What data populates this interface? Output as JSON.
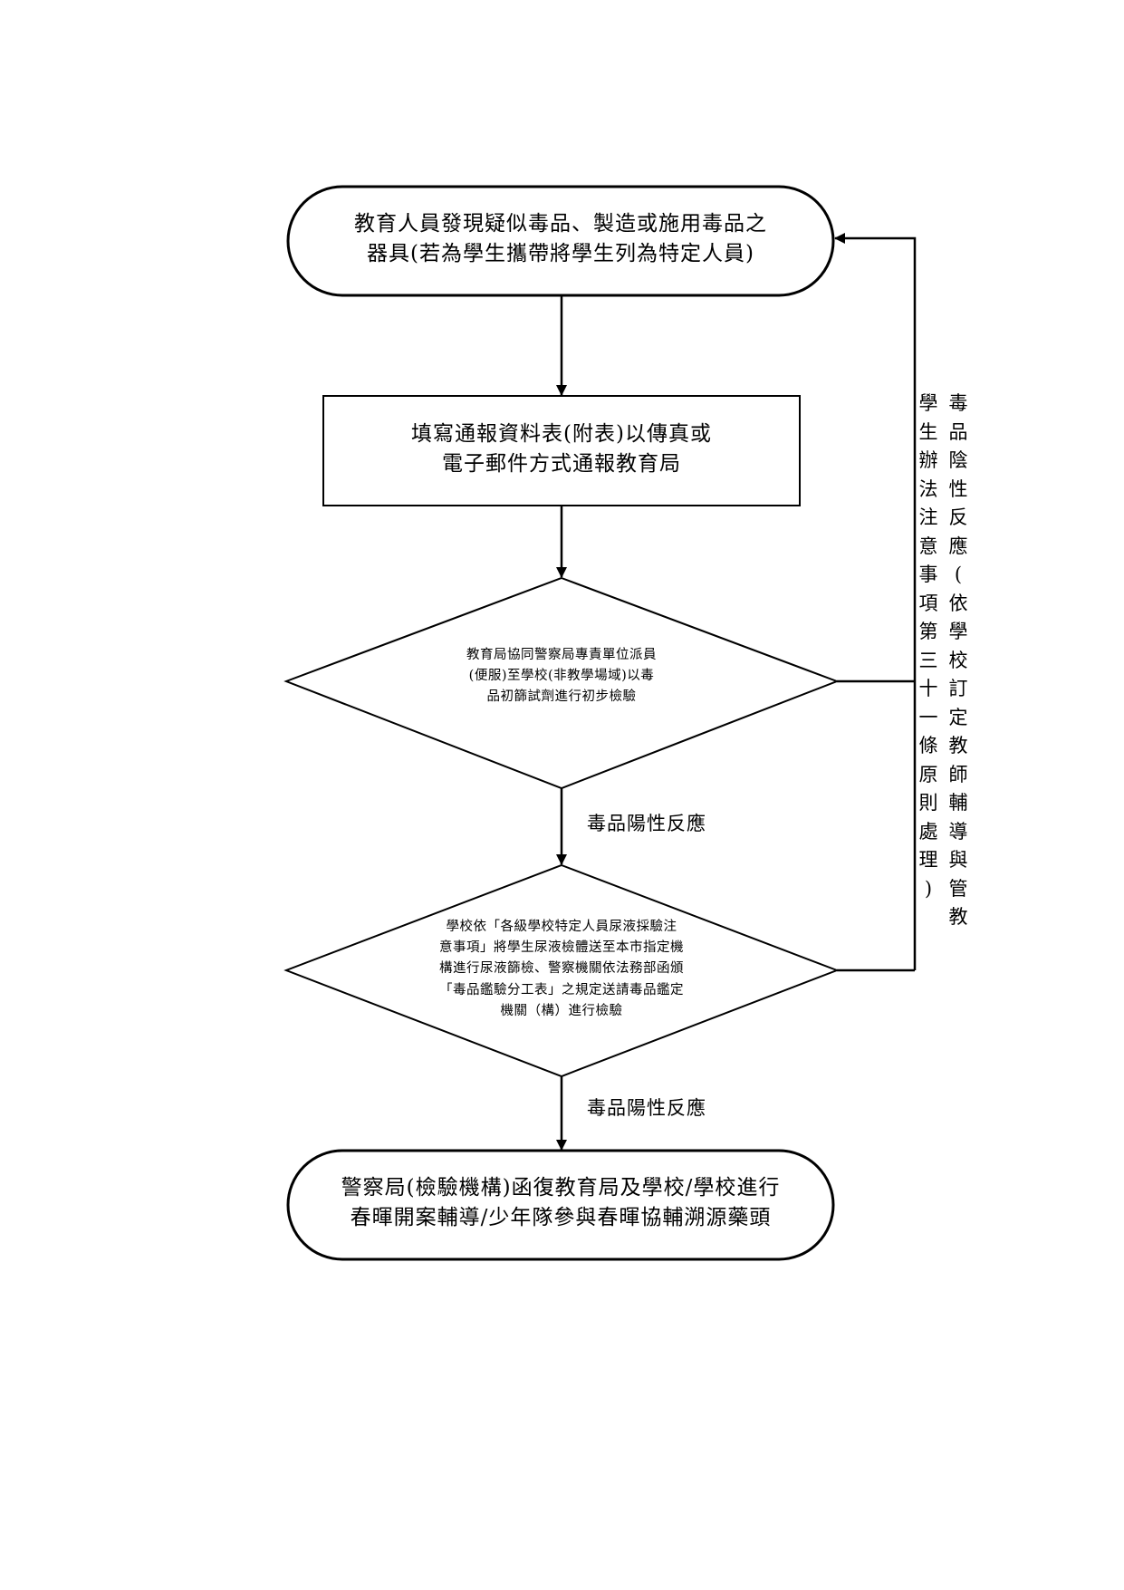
{
  "nodes": {
    "start": {
      "lines": [
        "教育人員發現疑似毒品、製造或施用毒品之",
        "器具(若為學生攜帶將學生列為特定人員)"
      ]
    },
    "report": {
      "lines": [
        "填寫通報資料表(附表)以傳真或",
        "電子郵件方式通報教育局"
      ]
    },
    "screening": {
      "lines": [
        "教育局協同警察局專責單位派員",
        "(便服)至學校(非教學場域)以毒",
        "品初篩試劑進行初步檢驗"
      ]
    },
    "urine_test": {
      "lines": [
        "學校依「各級學校特定人員尿液採驗注",
        "意事項」將學生尿液檢體送至本市指定機",
        "構進行尿液篩檢、警察機關依法務部函頒",
        "「毒品鑑驗分工表」之規定送請毒品鑑定",
        "機關（構）進行檢驗"
      ]
    },
    "end": {
      "lines": [
        "警察局(檢驗機構)函復教育局及學校/學校進行",
        "春暉開案輔導/少年隊參與春暉協輔溯源藥頭"
      ]
    }
  },
  "edge_labels": {
    "positive_1": "毒品陽性反應",
    "positive_2": "毒品陽性反應"
  },
  "feedback_label": {
    "col1": "毒品陰性反應(依學校訂定教師輔導與管教",
    "col2": "學生辦法注意事項第三十一條原則處理)"
  }
}
